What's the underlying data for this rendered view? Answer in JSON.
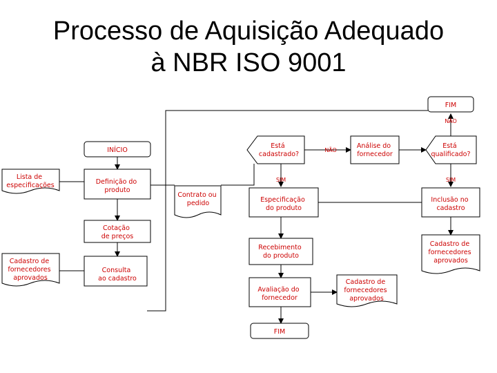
{
  "title": {
    "line1": "Processo de Aquisição Adequado",
    "line2": "à NBR ISO 9001"
  },
  "nodes": {
    "fim_top": "FIM",
    "inicio": "INÍCIO",
    "lista": [
      "Lista de",
      "especificações"
    ],
    "definicao": [
      "Definição do",
      "produto"
    ],
    "cotacao": [
      "Cotação",
      "de preços"
    ],
    "cadastro_left": [
      "Cadastro de",
      "fornecedores",
      "aprovados"
    ],
    "consulta": [
      "Consulta",
      "ao cadastro"
    ],
    "contrato": [
      "Contrato ou",
      "pedido"
    ],
    "esta_cadastrado": [
      "Está",
      "cadastrado?"
    ],
    "analise": [
      "Análise do",
      "fornecedor"
    ],
    "esta_qualificado": [
      "Está",
      "qualificado?"
    ],
    "especificacao": [
      "Especificação",
      "do produto"
    ],
    "inclusao": [
      "Inclusão no",
      "cadastro"
    ],
    "cadastro_right": [
      "Cadastro de",
      "fornecedores",
      "aprovados"
    ],
    "recebimento": [
      "Recebimento",
      "do produto"
    ],
    "avaliacao": [
      "Avaliação do",
      "fornecedor"
    ],
    "cadastro_mid": [
      "Cadastro de",
      "fornecedores",
      "aprovados"
    ],
    "fim_bottom": "FIM"
  },
  "edges": {
    "nao_top": "NÃO",
    "nao_mid": "NÃO",
    "sim_left": "SIM",
    "sim_right": "SIM"
  }
}
